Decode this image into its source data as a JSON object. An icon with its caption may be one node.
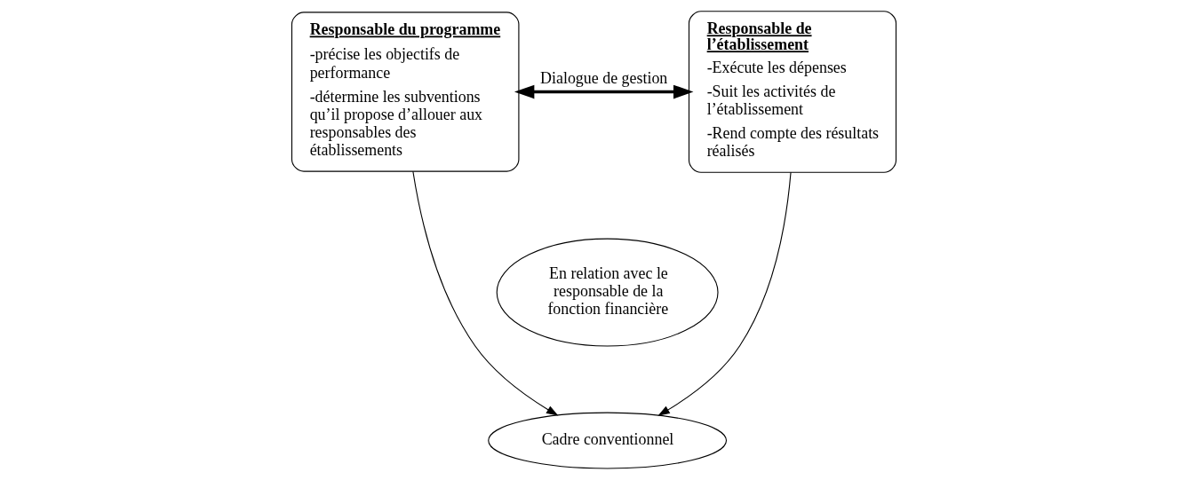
{
  "diagram": {
    "nodes": [
      {
        "text": [
          "Responsable du programme",
          "-précise les objectifs de performance",
          "-détermine les subventions qu’il propose d’allouer aux responsables des établissements"
        ]
      },
      {
        "text": [
          "Responsable de l’établissement",
          "-Exécute les dépenses",
          "-Suit les activités de l’établissement",
          "-Rend compte des résultats réalisés"
        ]
      },
      {
        "text": [
          "En relation avec le responsable de la fonction financière"
        ]
      },
      {
        "text": [
          "Cadre conventionnel"
        ]
      }
    ],
    "edges": [
      {
        "from": 0,
        "to": 1,
        "arrow": "both",
        "label": "Dialogue de gestion",
        "style": "thick"
      },
      {
        "from": 0,
        "to": 3,
        "arrow": "to"
      },
      {
        "from": 1,
        "to": 3,
        "arrow": "to"
      }
    ]
  }
}
